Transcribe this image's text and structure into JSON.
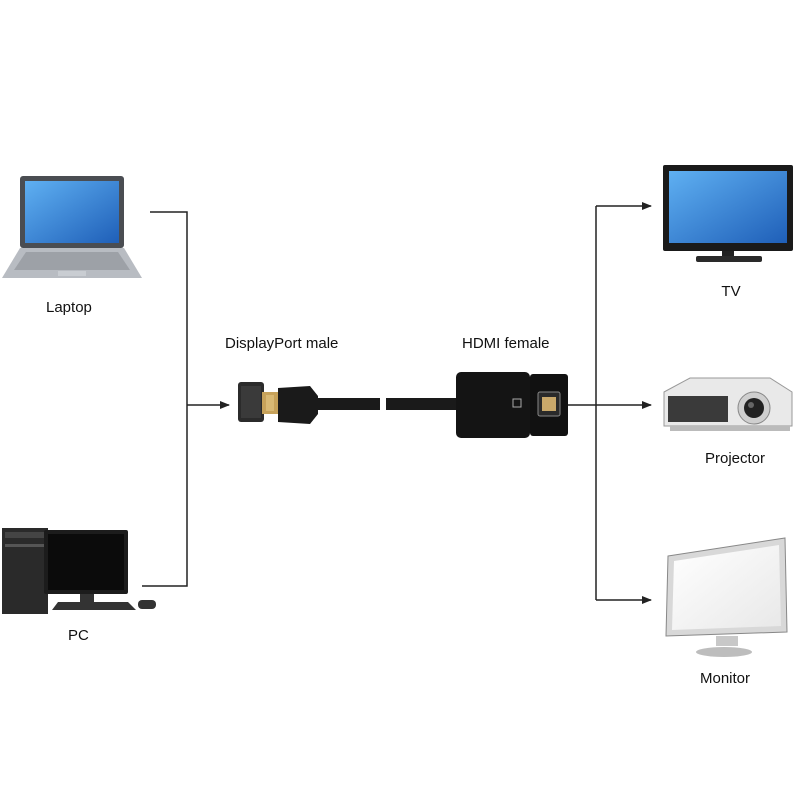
{
  "sources": [
    {
      "id": "laptop",
      "label": "Laptop"
    },
    {
      "id": "pc",
      "label": "PC"
    }
  ],
  "adapter": {
    "input_label": "DisplayPort male",
    "output_label": "HDMI female"
  },
  "outputs": [
    {
      "id": "tv",
      "label": "TV"
    },
    {
      "id": "projector",
      "label": "Projector"
    },
    {
      "id": "monitor",
      "label": "Monitor"
    }
  ],
  "colors": {
    "line": "#222222",
    "device_dark": "#1a1a1a",
    "screen_blue": "#2f7fd6",
    "laptop_body": "#b8bcc2"
  },
  "icons": [
    "laptop-icon",
    "pc-icon",
    "displayport-plug-icon",
    "hdmi-adapter-icon",
    "tv-icon",
    "projector-icon",
    "monitor-icon"
  ]
}
